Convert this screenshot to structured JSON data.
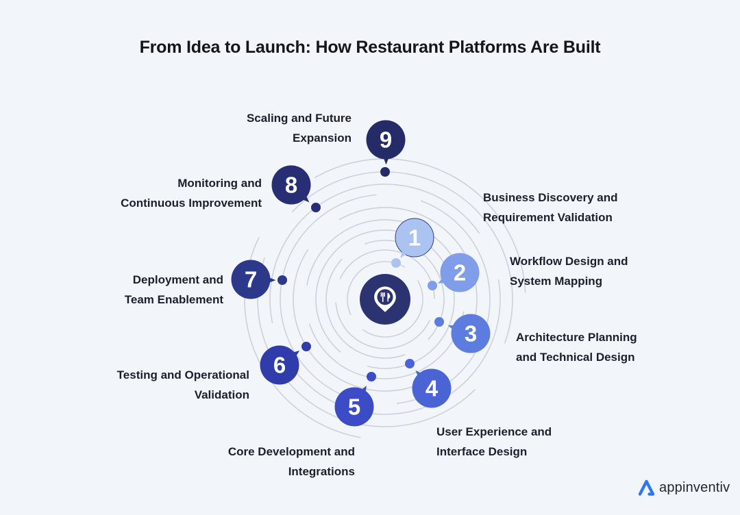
{
  "title": "From Idea to Launch: How Restaurant Platforms Are Built",
  "steps": [
    {
      "number": "1",
      "line1": "Business Discovery and",
      "line2": "Requirement Validation",
      "color": "#aac3f0"
    },
    {
      "number": "2",
      "line1": "Workflow Design and",
      "line2": "System Mapping",
      "color": "#7f9de8"
    },
    {
      "number": "3",
      "line1": "Architecture Planning",
      "line2": "and Technical Design",
      "color": "#5d7ce0"
    },
    {
      "number": "4",
      "line1": "User Experience and",
      "line2": "Interface Design",
      "color": "#4a64d6"
    },
    {
      "number": "5",
      "line1": "Core Development and",
      "line2": "Integrations",
      "color": "#3b4cc6"
    },
    {
      "number": "6",
      "line1": "Testing and Operational",
      "line2": "Validation",
      "color": "#2f3caa"
    },
    {
      "number": "7",
      "line1": "Deployment and",
      "line2": "Team Enablement",
      "color": "#2c3889"
    },
    {
      "number": "8",
      "line1": "Monitoring and",
      "line2": "Continuous Improvement",
      "color": "#272e74"
    },
    {
      "number": "9",
      "line1": "Scaling and Future",
      "line2": "Expansion",
      "color": "#242b66"
    }
  ],
  "colors": {
    "background": "#f2f5f9",
    "title": "#15161d",
    "label": "#1d1e2c",
    "spiral": "#cdd1d9",
    "center": "#2c3371"
  },
  "brand": {
    "name": "appinventiv",
    "accent": "#2e77f6",
    "text_color": "#23262f"
  }
}
